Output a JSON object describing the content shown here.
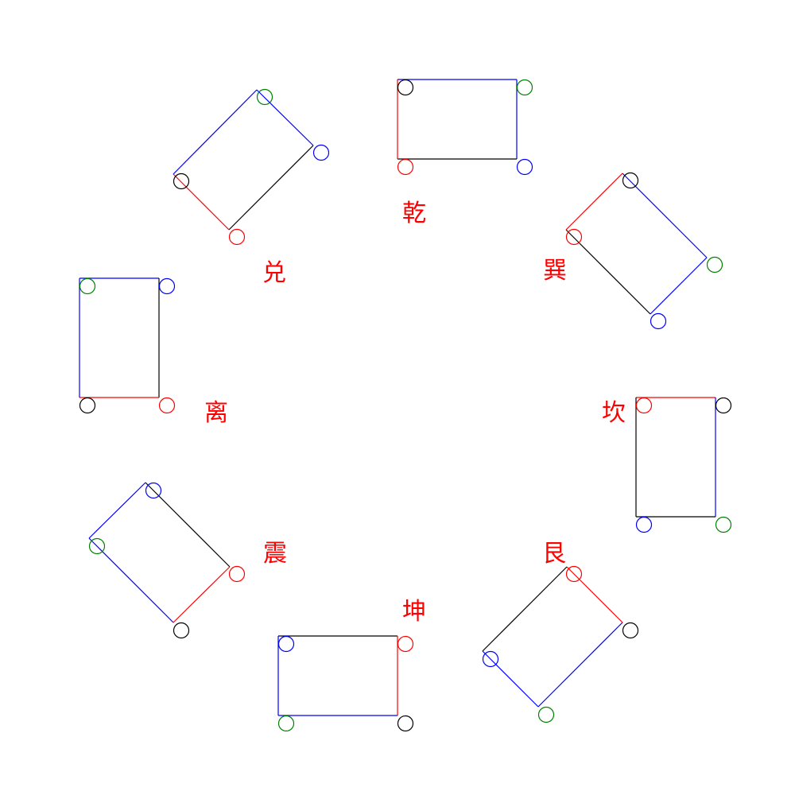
{
  "colors": {
    "red": "#ff0000",
    "blue": "#0000ff",
    "green": "#008000",
    "black": "#000000",
    "background": "#ffffff"
  },
  "trigrams": [
    {
      "id": "qian",
      "label": "乾",
      "edges": [
        "blue",
        "blue",
        "black",
        "red"
      ],
      "markers": [
        "black",
        "green",
        "blue",
        "red"
      ]
    },
    {
      "id": "xun",
      "label": "巽",
      "edges": [
        "blue",
        "blue",
        "black",
        "red"
      ],
      "markers": [
        "black",
        "green",
        "blue",
        "red"
      ]
    },
    {
      "id": "kan",
      "label": "坎",
      "edges": [
        "red",
        "blue",
        "black",
        "black"
      ],
      "markers": [
        "red",
        "black",
        "green",
        "blue"
      ]
    },
    {
      "id": "gen",
      "label": "艮",
      "edges": [
        "red",
        "blue",
        "blue",
        "black"
      ],
      "markers": [
        "red",
        "black",
        "green",
        "blue"
      ]
    },
    {
      "id": "kun",
      "label": "坤",
      "edges": [
        "black",
        "red",
        "blue",
        "blue"
      ],
      "markers": [
        "blue",
        "red",
        "black",
        "green"
      ]
    },
    {
      "id": "zhen",
      "label": "震",
      "edges": [
        "black",
        "red",
        "blue",
        "blue"
      ],
      "markers": [
        "blue",
        "red",
        "black",
        "green"
      ]
    },
    {
      "id": "li",
      "label": "离",
      "edges": [
        "blue",
        "black",
        "red",
        "blue"
      ],
      "markers": [
        "green",
        "blue",
        "red",
        "black"
      ]
    },
    {
      "id": "dui",
      "label": "兑",
      "edges": [
        "blue",
        "black",
        "red",
        "blue"
      ],
      "markers": [
        "green",
        "blue",
        "red",
        "black"
      ]
    }
  ]
}
